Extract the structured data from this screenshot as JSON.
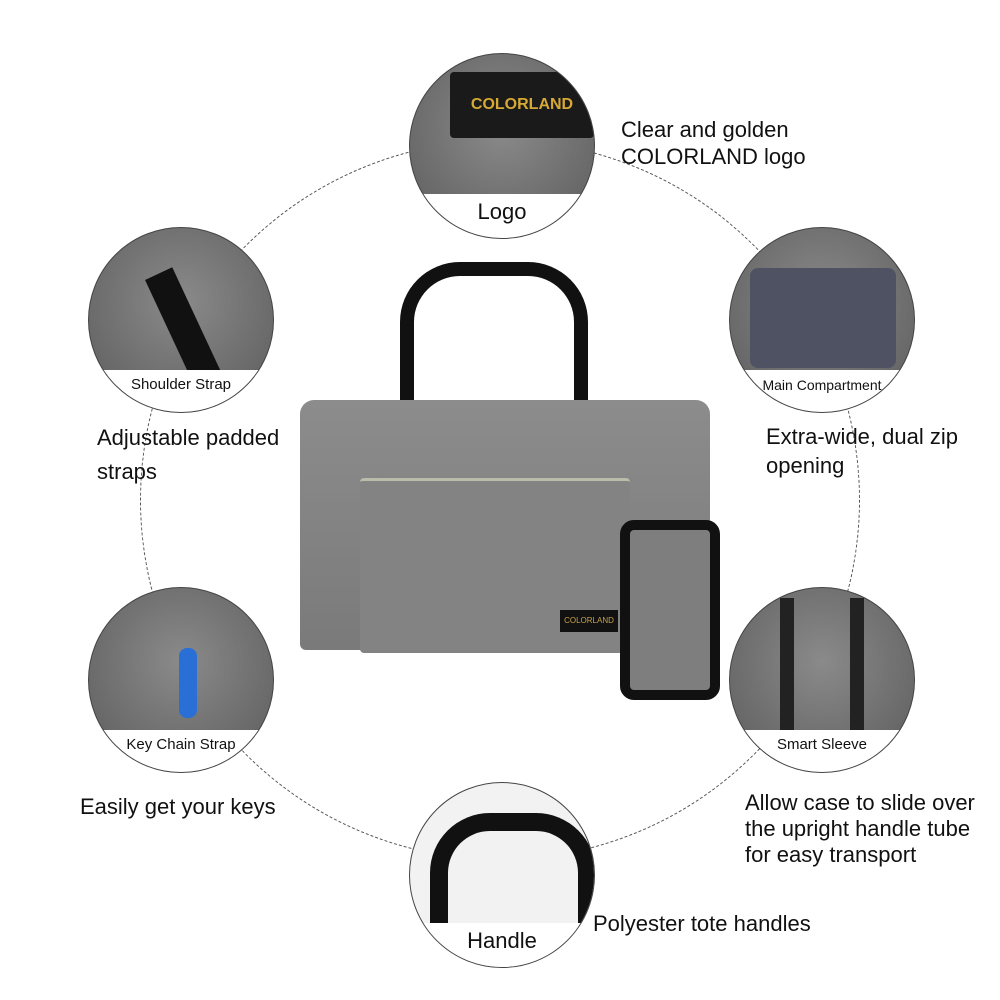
{
  "logo_text": "COLORLAND",
  "features": [
    {
      "label": "Logo",
      "description": "Clear and golden COLORLAND logo"
    },
    {
      "label": "Shoulder Strap",
      "description": "Adjustable padded straps"
    },
    {
      "label": "Main Compartment",
      "description": "Extra-wide, dual zip opening"
    },
    {
      "label": "Key Chain Strap",
      "description": "Easily get your keys"
    },
    {
      "label": "Smart Sleeve",
      "description": "Allow case to slide over the upright handle tube for easy transport"
    },
    {
      "label": "Handle",
      "description": "Polyester tote handles"
    }
  ],
  "colors": {
    "bag": "#808080",
    "trim": "#111111",
    "logo_gold": "#d6a935"
  }
}
